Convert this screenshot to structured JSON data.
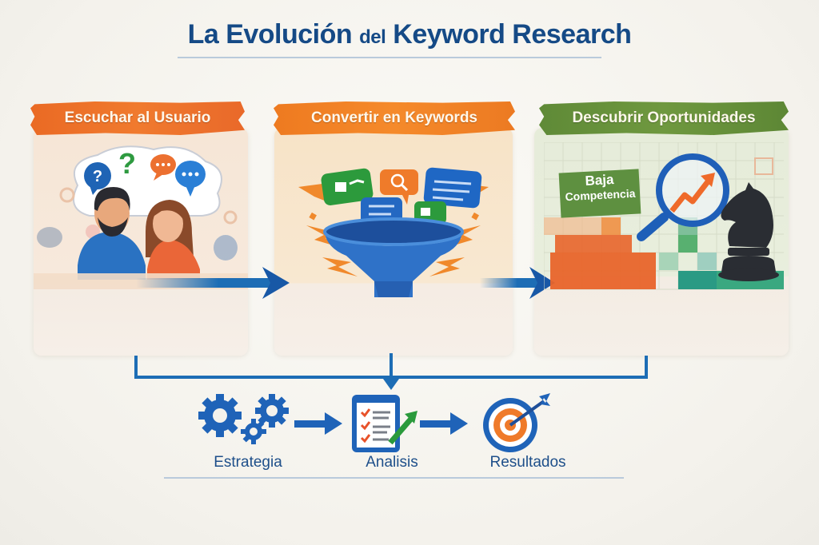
{
  "title": {
    "part1": "La Evolución",
    "part2": "del",
    "part3": "Keyword Research"
  },
  "steps": [
    {
      "label": "Escuchar al Usuario",
      "banner_color": "#ee7029",
      "illustration": "two-people-conversation-with-speech-bubbles",
      "icons": [
        "question-bubble-icon",
        "question-mark-icon",
        "chat-dots-icon",
        "chat-dots-icon"
      ]
    },
    {
      "label": "Convertir en Keywords",
      "banner_color": "#f2832a",
      "illustration": "funnel-with-chat-bubbles",
      "icons": [
        "chat-bubble-icon",
        "search-bubble-icon",
        "text-bubble-icon",
        "funnel-icon"
      ]
    },
    {
      "label": "Descubrir Oportunidades",
      "banner_color": "#6a933c",
      "badge": {
        "line1": "Baja",
        "line2": "Competencia"
      },
      "illustration": "grid-with-magnifier-trend-arrow-and-chess-knight",
      "icons": [
        "magnifier-icon",
        "trend-up-arrow-icon",
        "chess-knight-icon"
      ]
    }
  ],
  "outcomes": [
    {
      "label": "Estrategia",
      "icon": "gears-icon"
    },
    {
      "label": "Analisis",
      "icon": "checklist-icon"
    },
    {
      "label": "Resultados",
      "icon": "target-icon"
    }
  ],
  "colors": {
    "title": "#154a86",
    "primary_blue": "#1d6db5",
    "orange": "#ee7029",
    "green": "#6a933c"
  }
}
